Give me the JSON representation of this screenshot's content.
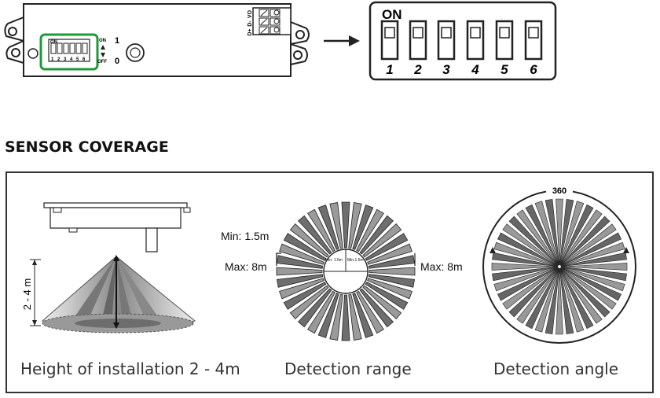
{
  "device": {
    "dip_on_label": "ON",
    "dip_small_on": "ON",
    "dip_small_off": "OFF",
    "switch_numbers": [
      "1",
      "2",
      "3",
      "4",
      "5",
      "6"
    ],
    "level_high": "1",
    "level_low": "0",
    "terminals": [
      "VO",
      "D-",
      "D+"
    ]
  },
  "dip_zoom": {
    "on_label": "ON",
    "switch_numbers": [
      "1",
      "2",
      "3",
      "4",
      "5",
      "6"
    ]
  },
  "section": {
    "title": "SENSOR COVERAGE"
  },
  "panels": {
    "height": {
      "caption": "Height of installation 2 - 4m",
      "range_label": "2 - 4 m"
    },
    "range": {
      "caption": "Detection range",
      "min_label": "Min: 1.5m",
      "max_left_label": "Max: 8m",
      "max_right_label": "Max: 8m",
      "inner_left": "Min: 1.5m",
      "inner_right": "Min:1.5m"
    },
    "angle": {
      "caption": "Detection angle",
      "degrees": "360"
    }
  },
  "colors": {
    "highlight": "#1f9a3a",
    "line": "#222222"
  }
}
